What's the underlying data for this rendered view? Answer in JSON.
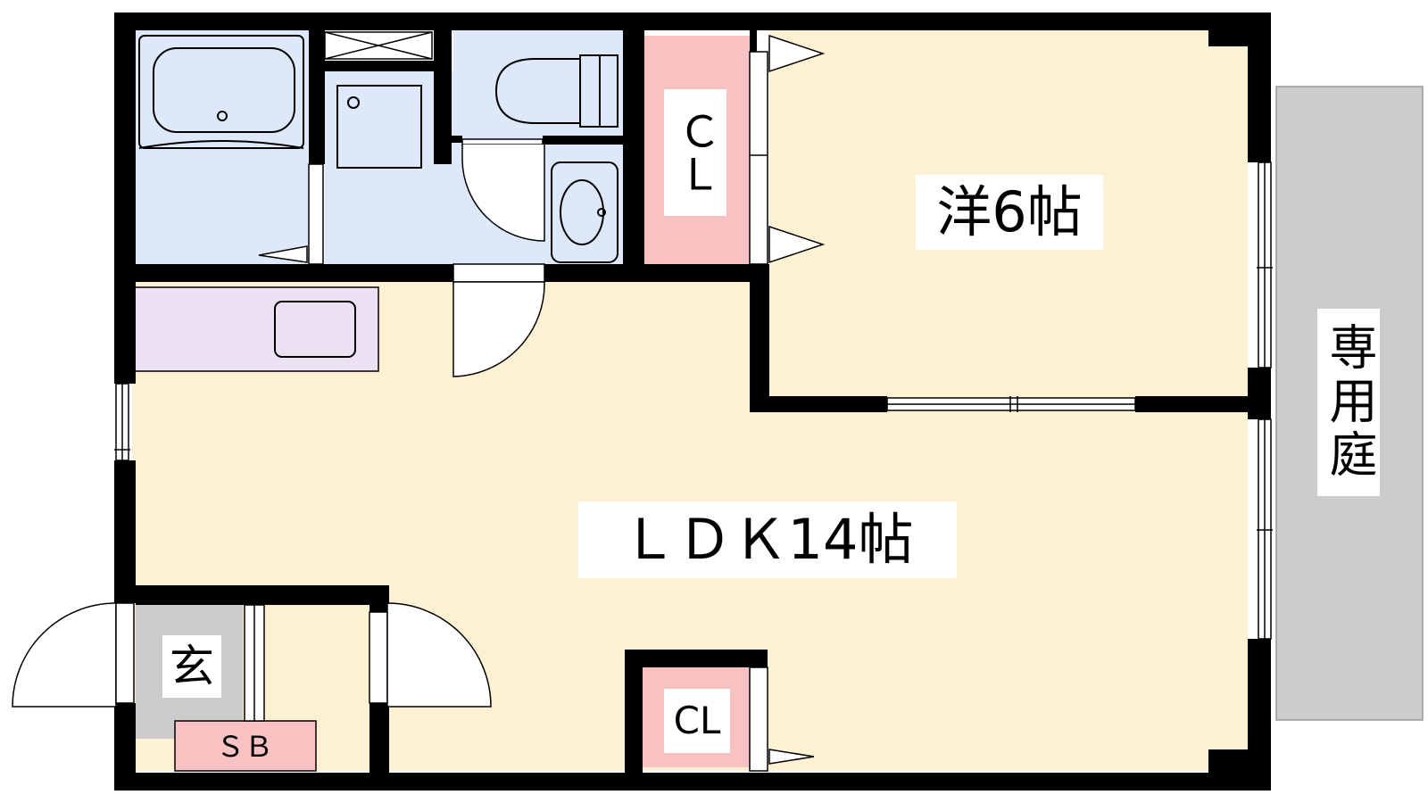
{
  "rooms": {
    "western_room": {
      "label": "洋6帖"
    },
    "ldk": {
      "label": "ＬＤＫ14帖"
    },
    "closet_top": {
      "label": "ＣＬ"
    },
    "closet_bottom": {
      "label": "CL"
    },
    "entrance": {
      "label": "玄"
    },
    "shoe_box": {
      "label": "ＳＢ"
    },
    "private_garden": {
      "label": "専用庭"
    }
  },
  "colors": {
    "wall": "#000000",
    "room_fill": "#fdf1d3",
    "wet_area_fill": "#dde9fb",
    "kitchen_fill": "#ece0f3",
    "closet_fill": "#f9c2c2",
    "entrance_fill": "#cccccc",
    "garden_fill": "#cccccc"
  },
  "icons": {
    "bathtub": "bathtub-icon",
    "toilet": "toilet-icon",
    "sink": "washbasin-icon",
    "kitchen_sink": "kitchen-sink-icon",
    "washing_machine": "washing-machine-pan-icon"
  }
}
